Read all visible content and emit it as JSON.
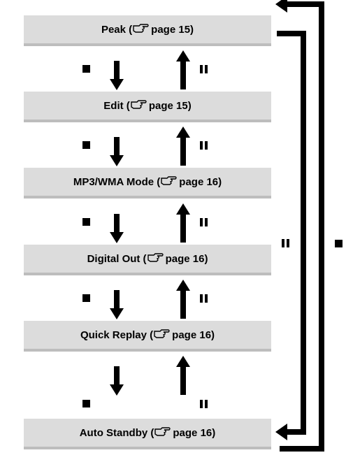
{
  "steps": [
    {
      "name": "Peak",
      "ref": "page 15"
    },
    {
      "name": "Edit",
      "ref": "page 15"
    },
    {
      "name": "MP3/WMA Mode",
      "ref": "page 16"
    },
    {
      "name": "Digital Out",
      "ref": "page 16"
    },
    {
      "name": "Quick Replay",
      "ref": "page 16"
    },
    {
      "name": "Auto Standby",
      "ref": "page 16"
    }
  ],
  "icons": {
    "reference": "pointing-hand-icon",
    "down_button": "stop-icon",
    "up_button": "pause-icon"
  },
  "colors": {
    "box": "#dcdcdc",
    "arrows": "#000000"
  }
}
